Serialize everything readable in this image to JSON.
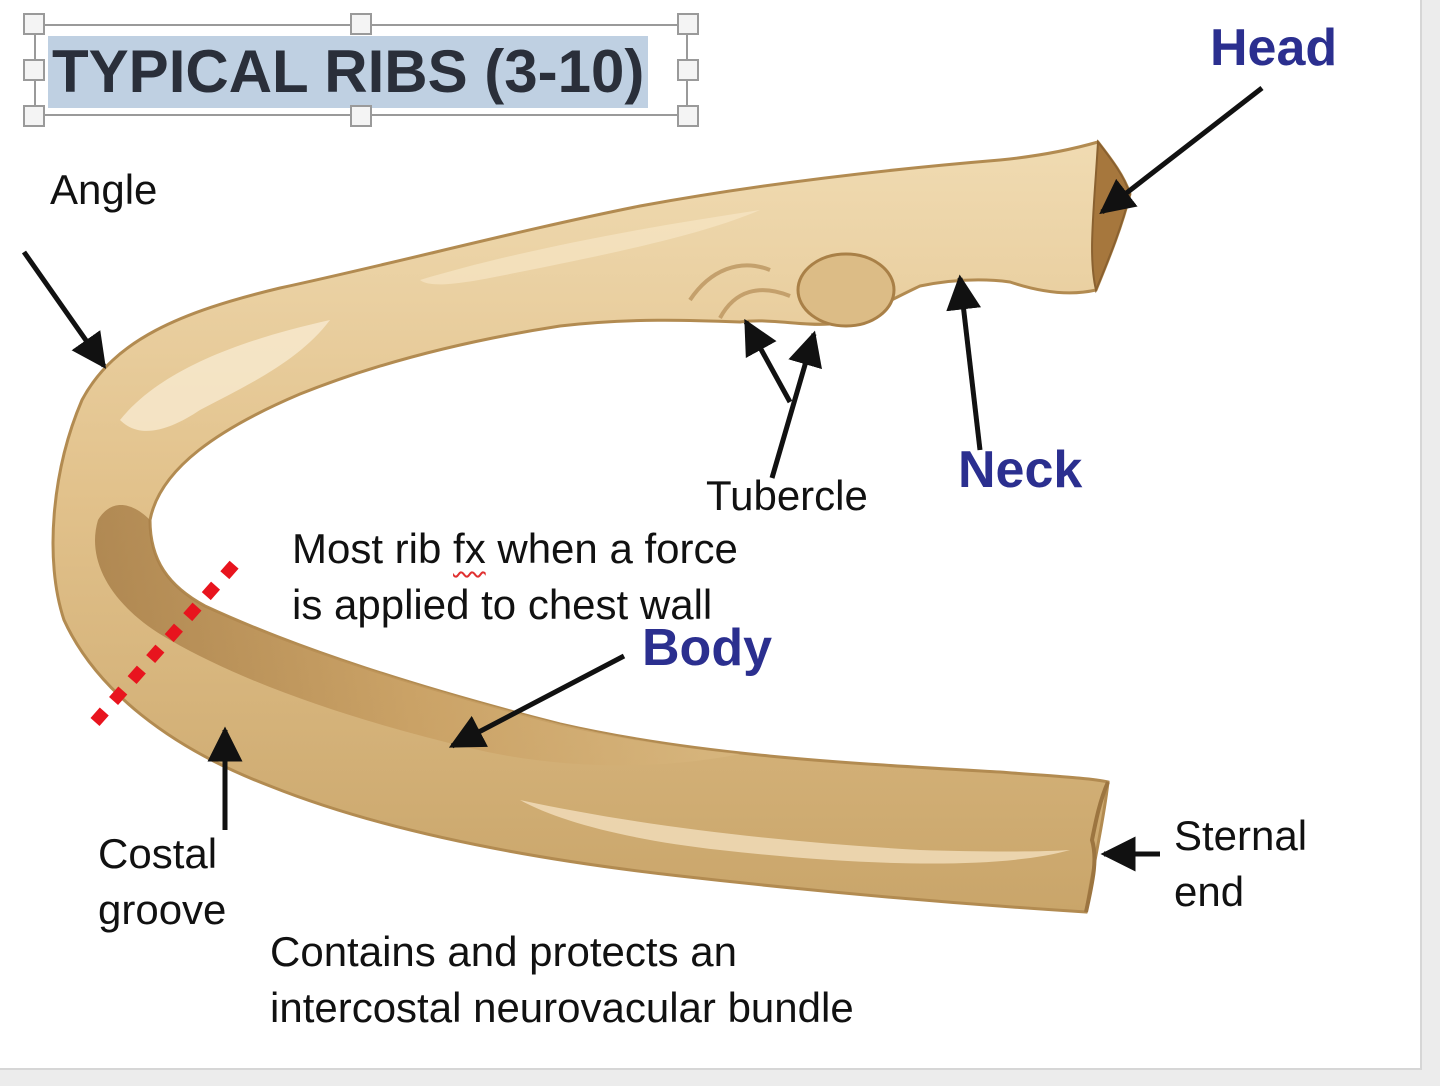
{
  "title": "TYPICAL RIBS (3-10)",
  "colors": {
    "bone_light": "#ecd3a5",
    "bone_mid": "#d9b57c",
    "bone_dark": "#a97f43",
    "label_blue": "#2b2f8f",
    "fracture_red": "#e8141e",
    "title_highlight": "#bfd0e2"
  },
  "labels": {
    "head": "Head",
    "angle": "Angle",
    "tubercle": "Tubercle",
    "neck": "Neck",
    "body": "Body",
    "costal_groove_line1": "Costal",
    "costal_groove_line2": "groove",
    "sternal_end_line1": "Sternal",
    "sternal_end_line2": "end"
  },
  "notes": {
    "fracture_line1_before": "Most rib ",
    "fracture_line1_abbrev": "fx",
    "fracture_line1_after": " when a force",
    "fracture_line2": "is applied to chest wall",
    "groove_line1": "Contains and protects an",
    "groove_line2": "intercostal neurovacular bundle"
  }
}
